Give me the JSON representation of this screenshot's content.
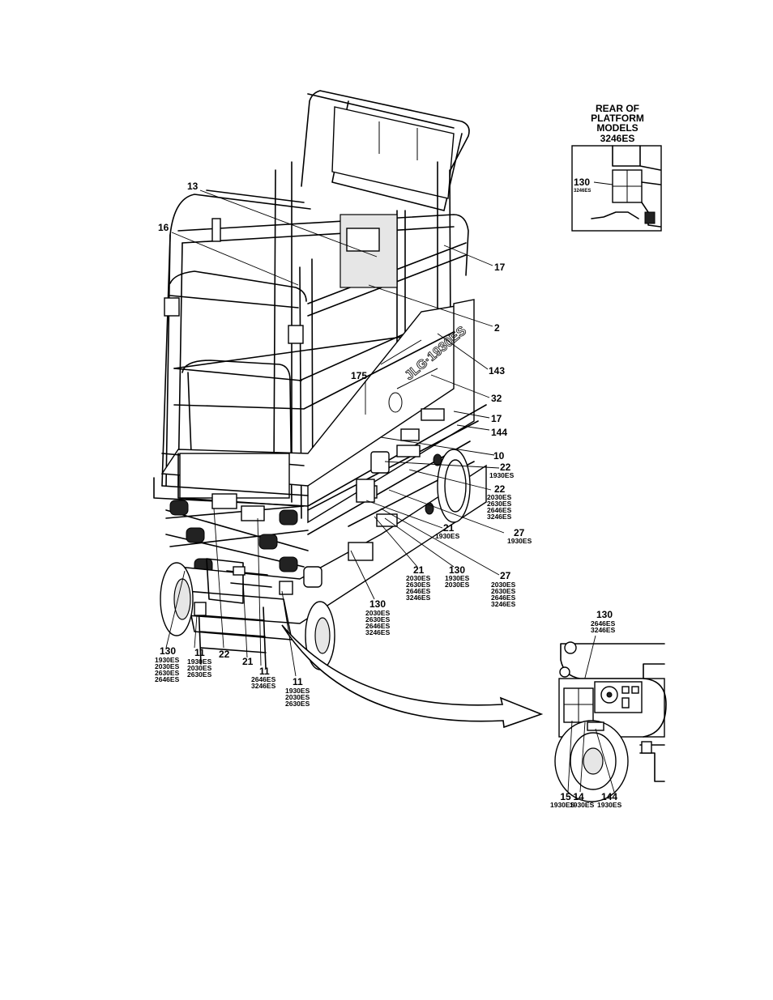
{
  "inset_rear": {
    "title_lines": [
      "REAR OF",
      "PLATFORM",
      "MODELS",
      "3246ES"
    ],
    "callout": {
      "number": "130",
      "models": [
        "3246ES"
      ]
    }
  },
  "callouts": [
    {
      "id": "c13",
      "number": "13",
      "models": []
    },
    {
      "id": "c16",
      "number": "16",
      "models": []
    },
    {
      "id": "c17a",
      "number": "17",
      "models": []
    },
    {
      "id": "c2",
      "number": "2",
      "models": []
    },
    {
      "id": "c143",
      "number": "143",
      "models": []
    },
    {
      "id": "c175",
      "number": "175",
      "models": []
    },
    {
      "id": "c32",
      "number": "32",
      "models": []
    },
    {
      "id": "c17b",
      "number": "17",
      "models": []
    },
    {
      "id": "c144",
      "number": "144",
      "models": []
    },
    {
      "id": "c10",
      "number": "10",
      "models": []
    },
    {
      "id": "c22a",
      "number": "22",
      "models": [
        "1930ES"
      ]
    },
    {
      "id": "c22b",
      "number": "22",
      "models": [
        "2030ES",
        "2630ES",
        "2646ES",
        "3246ES"
      ]
    },
    {
      "id": "c21a",
      "number": "21",
      "models": [
        "1930ES"
      ]
    },
    {
      "id": "c27a",
      "number": "27",
      "models": [
        "1930ES"
      ]
    },
    {
      "id": "c21b",
      "number": "21",
      "models": [
        "2030ES",
        "2630ES",
        "2646ES",
        "3246ES"
      ]
    },
    {
      "id": "c130a",
      "number": "130",
      "models": [
        "1930ES",
        "2030ES"
      ]
    },
    {
      "id": "c27b",
      "number": "27",
      "models": [
        "2030ES",
        "2630ES",
        "2646ES",
        "3246ES"
      ]
    },
    {
      "id": "c130b",
      "number": "130",
      "models": [
        "2030ES",
        "2630ES",
        "2646ES",
        "3246ES"
      ]
    },
    {
      "id": "c130c",
      "number": "130",
      "models": [
        "1930ES",
        "2030ES",
        "2630ES",
        "2646ES"
      ]
    },
    {
      "id": "c11a",
      "number": "11",
      "models": [
        "1930ES",
        "2030ES",
        "2630ES"
      ]
    },
    {
      "id": "c22c",
      "number": "22",
      "models": []
    },
    {
      "id": "c21c",
      "number": "21",
      "models": []
    },
    {
      "id": "c11b",
      "number": "11",
      "models": [
        "2646ES",
        "3246ES"
      ]
    },
    {
      "id": "c11c",
      "number": "11",
      "models": [
        "1930ES",
        "2030ES",
        "2630ES"
      ]
    }
  ],
  "inset_base": {
    "top_callout": {
      "number": "130",
      "models": [
        "2646ES",
        "3246ES"
      ]
    },
    "bottom_callouts": [
      {
        "number": "15",
        "models": [
          "1930ES"
        ]
      },
      {
        "number": "14",
        "models": [
          "1930ES"
        ]
      },
      {
        "number": "144",
        "models": [
          "1930ES"
        ]
      }
    ]
  }
}
